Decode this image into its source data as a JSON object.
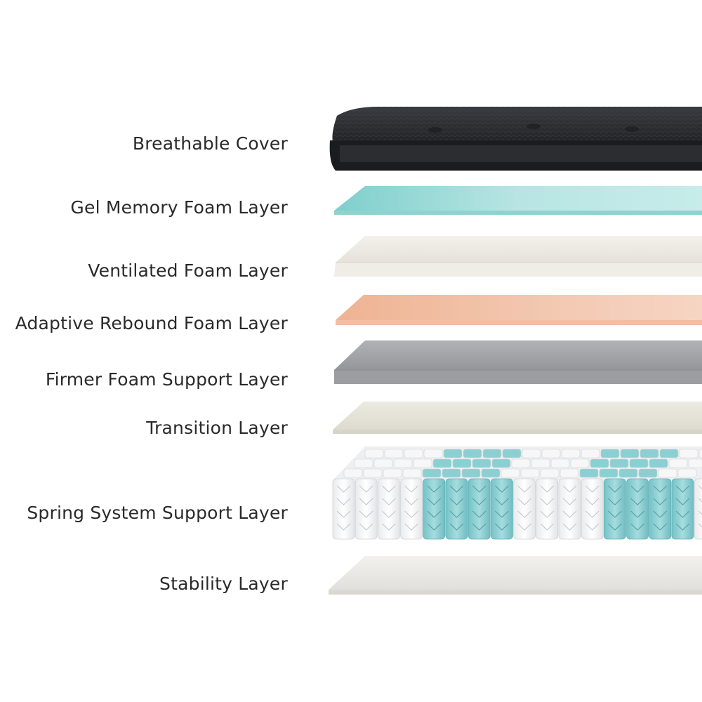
{
  "layers": [
    {
      "id": "cover",
      "label": "Breathable Cover",
      "color": "#2b2c31"
    },
    {
      "id": "gel",
      "label": "Gel Memory Foam Layer",
      "color": "#a9dfdd"
    },
    {
      "id": "ventilated",
      "label": "Ventilated Foam Layer",
      "color": "#efece6"
    },
    {
      "id": "adaptive",
      "label": "Adaptive Rebound Foam Layer",
      "color": "#f2c4ac"
    },
    {
      "id": "firmer",
      "label": "Firmer Foam Support Layer",
      "color": "#a5a6a8"
    },
    {
      "id": "transition",
      "label": "Transition Layer",
      "color": "#e8e6dc"
    },
    {
      "id": "spring",
      "label": "Spring System Support Layer",
      "color": "#8fd0d3"
    },
    {
      "id": "stability",
      "label": "Stability Layer",
      "color": "#ecebe8"
    }
  ]
}
